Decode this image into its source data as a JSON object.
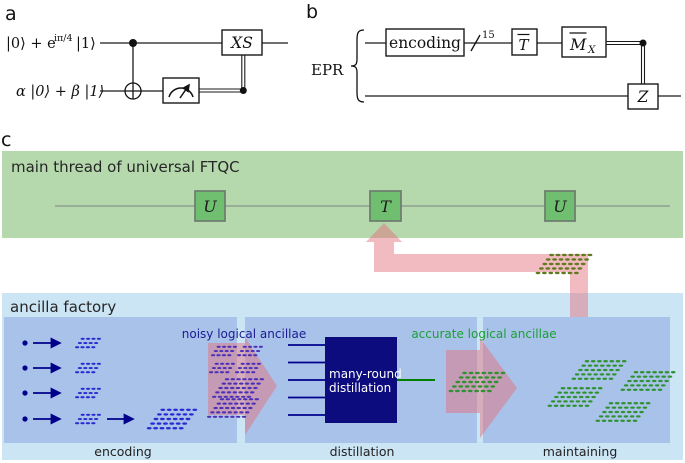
{
  "panel_a": {
    "label": "a",
    "qubit1_pre": "|0⟩ + e",
    "qubit1_sup": "iπ/4",
    "qubit1_post": "|1⟩",
    "qubit2": "α |0⟩ + β |1⟩",
    "gate_xs": "XS"
  },
  "panel_b": {
    "label": "b",
    "epr": "EPR",
    "encoding_gate": "encoding",
    "bundle_count": "15",
    "gate_t": "T",
    "gate_m": "M",
    "gate_m_sub": "X",
    "gate_z": "Z"
  },
  "panel_c": {
    "label": "c",
    "main_thread": {
      "title": "main thread of universal FTQC",
      "gates": [
        "U",
        "T",
        "U"
      ]
    },
    "factory": {
      "title": "ancilla factory",
      "noisy_label": "noisy logical ancillae",
      "accurate_label": "accurate logical ancillae",
      "distiller_line1": "many-round",
      "distiller_line2": "distillation",
      "stages": [
        "encoding",
        "distillation",
        "maintaining"
      ]
    }
  },
  "colors": {
    "main_thread_bg": "#b5d9ad",
    "gate_fill": "#70bf70",
    "factory_bg": "#cbe5f4",
    "factory_panel_bg": "#a9c2e9",
    "distiller_fill": "#0c0c7e",
    "navy": "#00008b",
    "green_line": "#007f00",
    "flow_pink": "rgba(227,110,125,0.48)",
    "noisy_label_color": "#1b1b94",
    "accurate_label_color": "#1aa035",
    "noisy_ancilla": "#2a2ad4",
    "noisy_ancilla_on_pink": "#4b2fb8",
    "accurate_ancilla": "#2f9231",
    "corner_ancilla": "#5f7a1e"
  }
}
